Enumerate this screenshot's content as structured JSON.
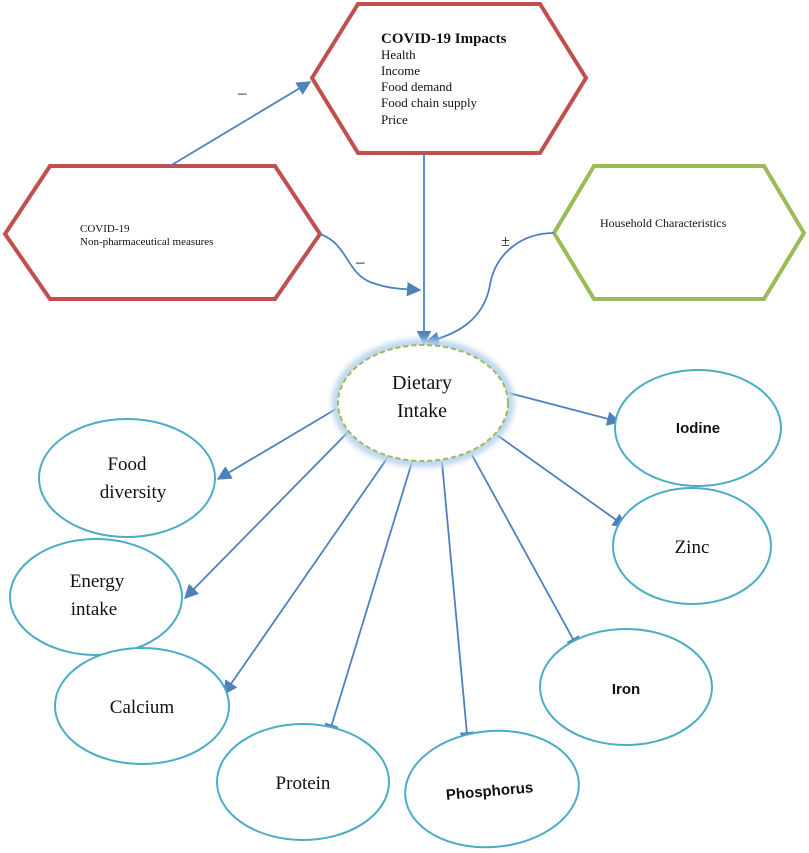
{
  "colors": {
    "red_border": "#c0504d",
    "green_border": "#9bbb59",
    "blue_line": "#4f81bd",
    "ellipse_border": "#4bacc6",
    "center_dash": "#9bbb59",
    "center_glow": "#b7d3ee"
  },
  "impacts": {
    "title": "COVID-19 Impacts",
    "items": [
      "Health",
      "Income",
      "Food demand",
      "Food chain supply",
      "Price"
    ]
  },
  "measures": {
    "line1": "COVID-19",
    "line2": "Non-pharmaceutical measures"
  },
  "household": {
    "label": "Household Characteristics"
  },
  "signs": {
    "measures_to_impacts": "–",
    "measures_to_intake": "–",
    "household_to_intake": "±"
  },
  "center": {
    "line1": "Dietary",
    "line2": "Intake"
  },
  "outcomes": {
    "food_diversity": {
      "line1": "Food",
      "line2": "diversity"
    },
    "energy_intake": {
      "line1": "Energy",
      "line2": "intake"
    },
    "calcium": {
      "label": "Calcium"
    },
    "protein": {
      "label": "Protein"
    },
    "phosphorus": {
      "label": "Phosphorus"
    },
    "iron": {
      "label": "Iron"
    },
    "zinc": {
      "label": "Zinc"
    },
    "iodine": {
      "label": "Iodine"
    }
  }
}
